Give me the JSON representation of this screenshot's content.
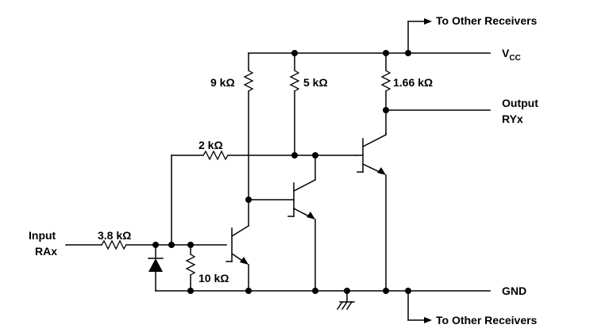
{
  "diagram": {
    "vcc": {
      "text": "V",
      "sub": "CC"
    },
    "gnd_label": "GND",
    "output_line1": "Output",
    "output_line2": "RYx",
    "input_line1": "Input",
    "input_line2": "RAx",
    "to_other_receivers_top": "To Other Receivers",
    "to_other_receivers_bottom": "To Other Receivers",
    "resistors": {
      "r_9k": "9 kΩ",
      "r_5k": "5 kΩ",
      "r_1_66k": "1.66 kΩ",
      "r_2k": "2 kΩ",
      "r_3_8k": "3.8 kΩ",
      "r_10k": "10 kΩ"
    }
  }
}
